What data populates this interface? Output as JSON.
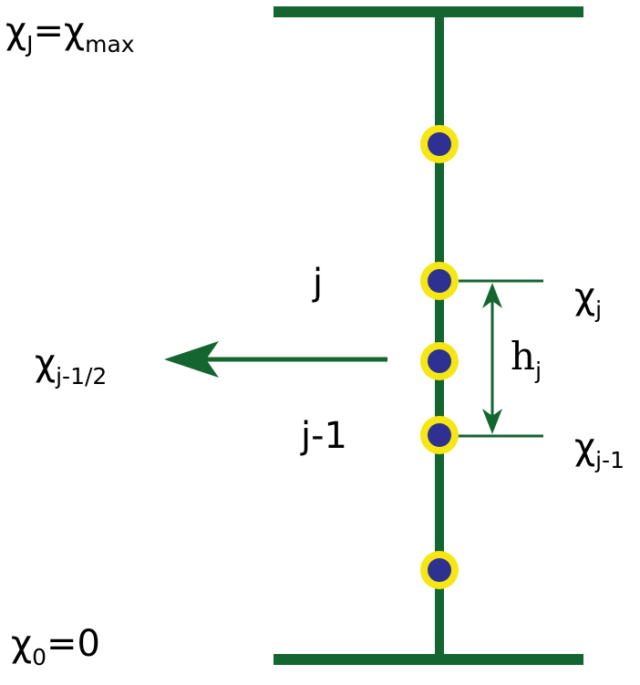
{
  "labels": {
    "top_boundary": {
      "base": "χ",
      "sub": "J",
      "eq": "=",
      "base2": "χ",
      "sub2": "max"
    },
    "bottom_boundary": {
      "base": "χ",
      "sub": "0",
      "eq": "=0"
    },
    "node_j": "j",
    "node_j_minus_1": "j-1",
    "x_j": {
      "base": "χ",
      "sub": "j"
    },
    "x_j_minus_1": {
      "base": "χ",
      "sub": "j-1"
    },
    "x_half": {
      "base": "χ",
      "sub": "j-1/2"
    },
    "spacing": {
      "base": "h",
      "sub": "j"
    }
  },
  "colors": {
    "line": "#14652f",
    "node_fill": "#2e3192",
    "node_ring": "#f5e614",
    "text": "#000000"
  },
  "nodes": [
    "node",
    "node-j",
    "node-half",
    "node-j-minus-1",
    "node"
  ]
}
